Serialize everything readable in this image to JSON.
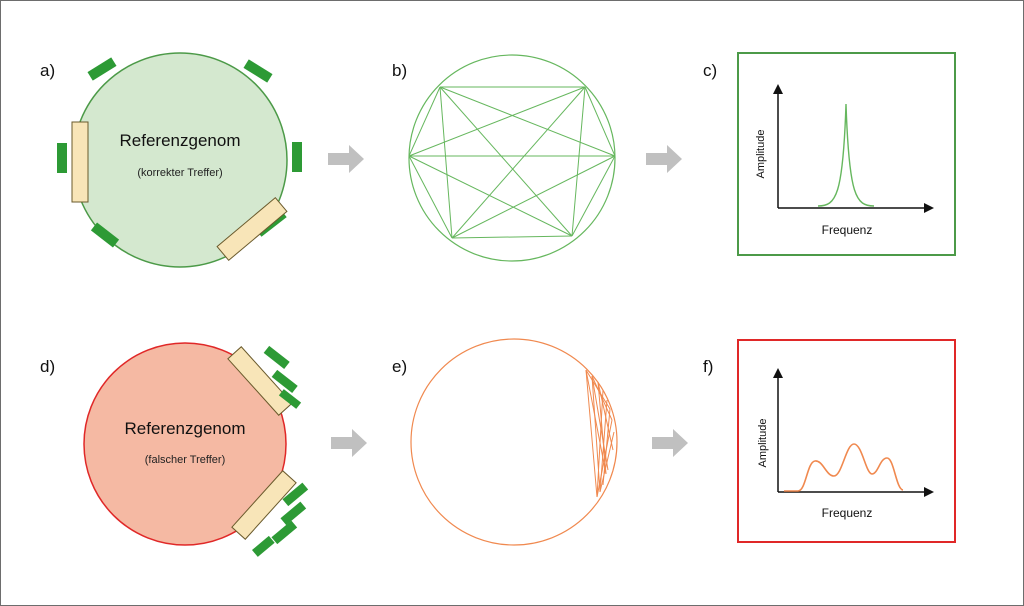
{
  "panels": {
    "a": {
      "letter": "a)",
      "title": "Referenzgenom",
      "subtitle": "(korrekter Treffer)"
    },
    "b": {
      "letter": "b)"
    },
    "c": {
      "letter": "c)",
      "ylabel": "Amplitude",
      "xlabel": "Frequenz"
    },
    "d": {
      "letter": "d)",
      "title": "Referenzgenom",
      "subtitle": "(falscher Treffer)"
    },
    "e": {
      "letter": "e)"
    },
    "f": {
      "letter": "f)",
      "ylabel": "Amplitude",
      "xlabel": "Frequenz"
    }
  },
  "colors": {
    "green_fill": "#d4e8cf",
    "green_stroke": "#4c9a48",
    "green_read": "#2d9a35",
    "green_line": "#66b75e",
    "red_fill": "#f5b9a3",
    "red_stroke": "#e02828",
    "orange_line": "#f0894f",
    "beige_fill": "#f8e5b8",
    "beige_stroke": "#6a5a2c",
    "arrow_gray": "#c0c0c0",
    "axis": "#111111"
  }
}
